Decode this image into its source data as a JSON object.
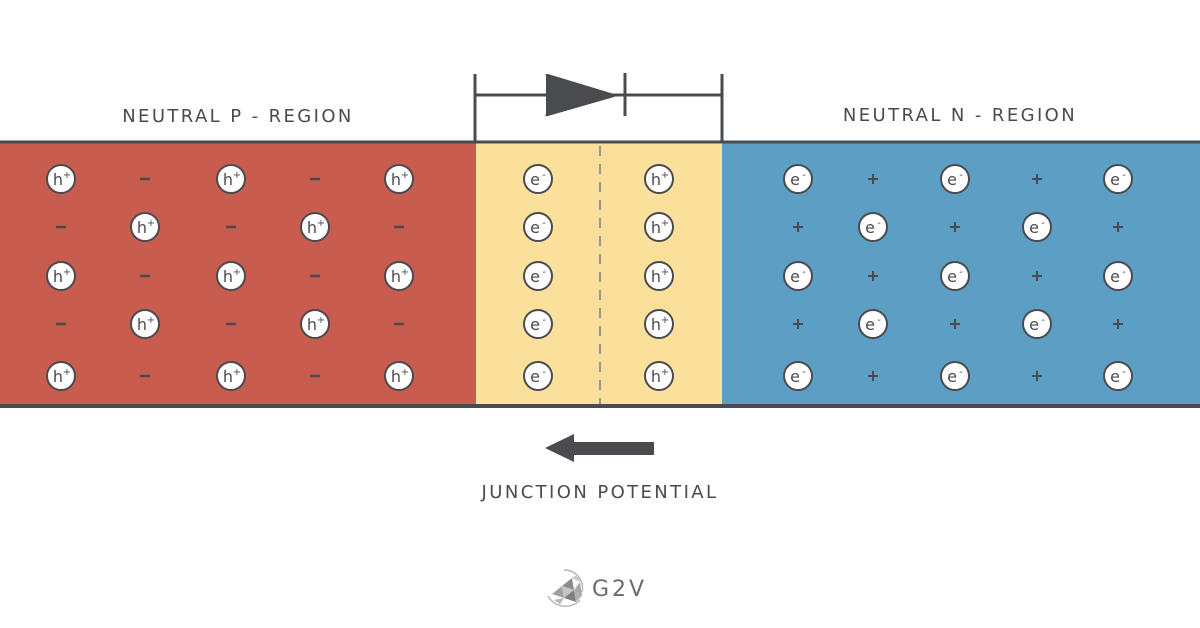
{
  "colors": {
    "p_region": "#c85c4e",
    "depletion": "#fbe09c",
    "n_region": "#5c9ec4",
    "stroke": "#4a4b4f",
    "particle_fill": "#ffffff",
    "dashed_line": "#9a9588",
    "logo": "#8a8b8e"
  },
  "labels": {
    "p_region": "NEUTRAL P - REGION",
    "n_region": "NEUTRAL N - REGION",
    "junction_potential": "JUNCTION POTENTIAL",
    "logo": "G2V"
  },
  "particles": {
    "hole": {
      "base": "h",
      "sup": "+"
    },
    "electron": {
      "base": "e",
      "sup": "-"
    },
    "acceptor_ion": "–",
    "donor_ion": "+"
  },
  "p_region": {
    "rows": [
      [
        "hole",
        "acceptor",
        "hole",
        "acceptor",
        "hole"
      ],
      [
        "acceptor",
        "hole",
        "acceptor",
        "hole",
        "acceptor"
      ],
      [
        "hole",
        "acceptor",
        "hole",
        "acceptor",
        "hole"
      ],
      [
        "acceptor",
        "hole",
        "acceptor",
        "hole",
        "acceptor"
      ],
      [
        "hole",
        "acceptor",
        "hole",
        "acceptor",
        "hole"
      ]
    ]
  },
  "depletion_region": {
    "left_column": [
      "electron",
      "electron",
      "electron",
      "electron",
      "electron"
    ],
    "right_column": [
      "hole",
      "hole",
      "hole",
      "hole",
      "hole"
    ]
  },
  "n_region": {
    "rows": [
      [
        "electron",
        "donor",
        "electron",
        "donor",
        "electron"
      ],
      [
        "donor",
        "electron",
        "donor",
        "electron",
        "donor"
      ],
      [
        "electron",
        "donor",
        "electron",
        "donor",
        "electron"
      ],
      [
        "donor",
        "electron",
        "donor",
        "electron",
        "donor"
      ],
      [
        "electron",
        "donor",
        "electron",
        "donor",
        "electron"
      ]
    ]
  },
  "junction_potential_direction": "left"
}
